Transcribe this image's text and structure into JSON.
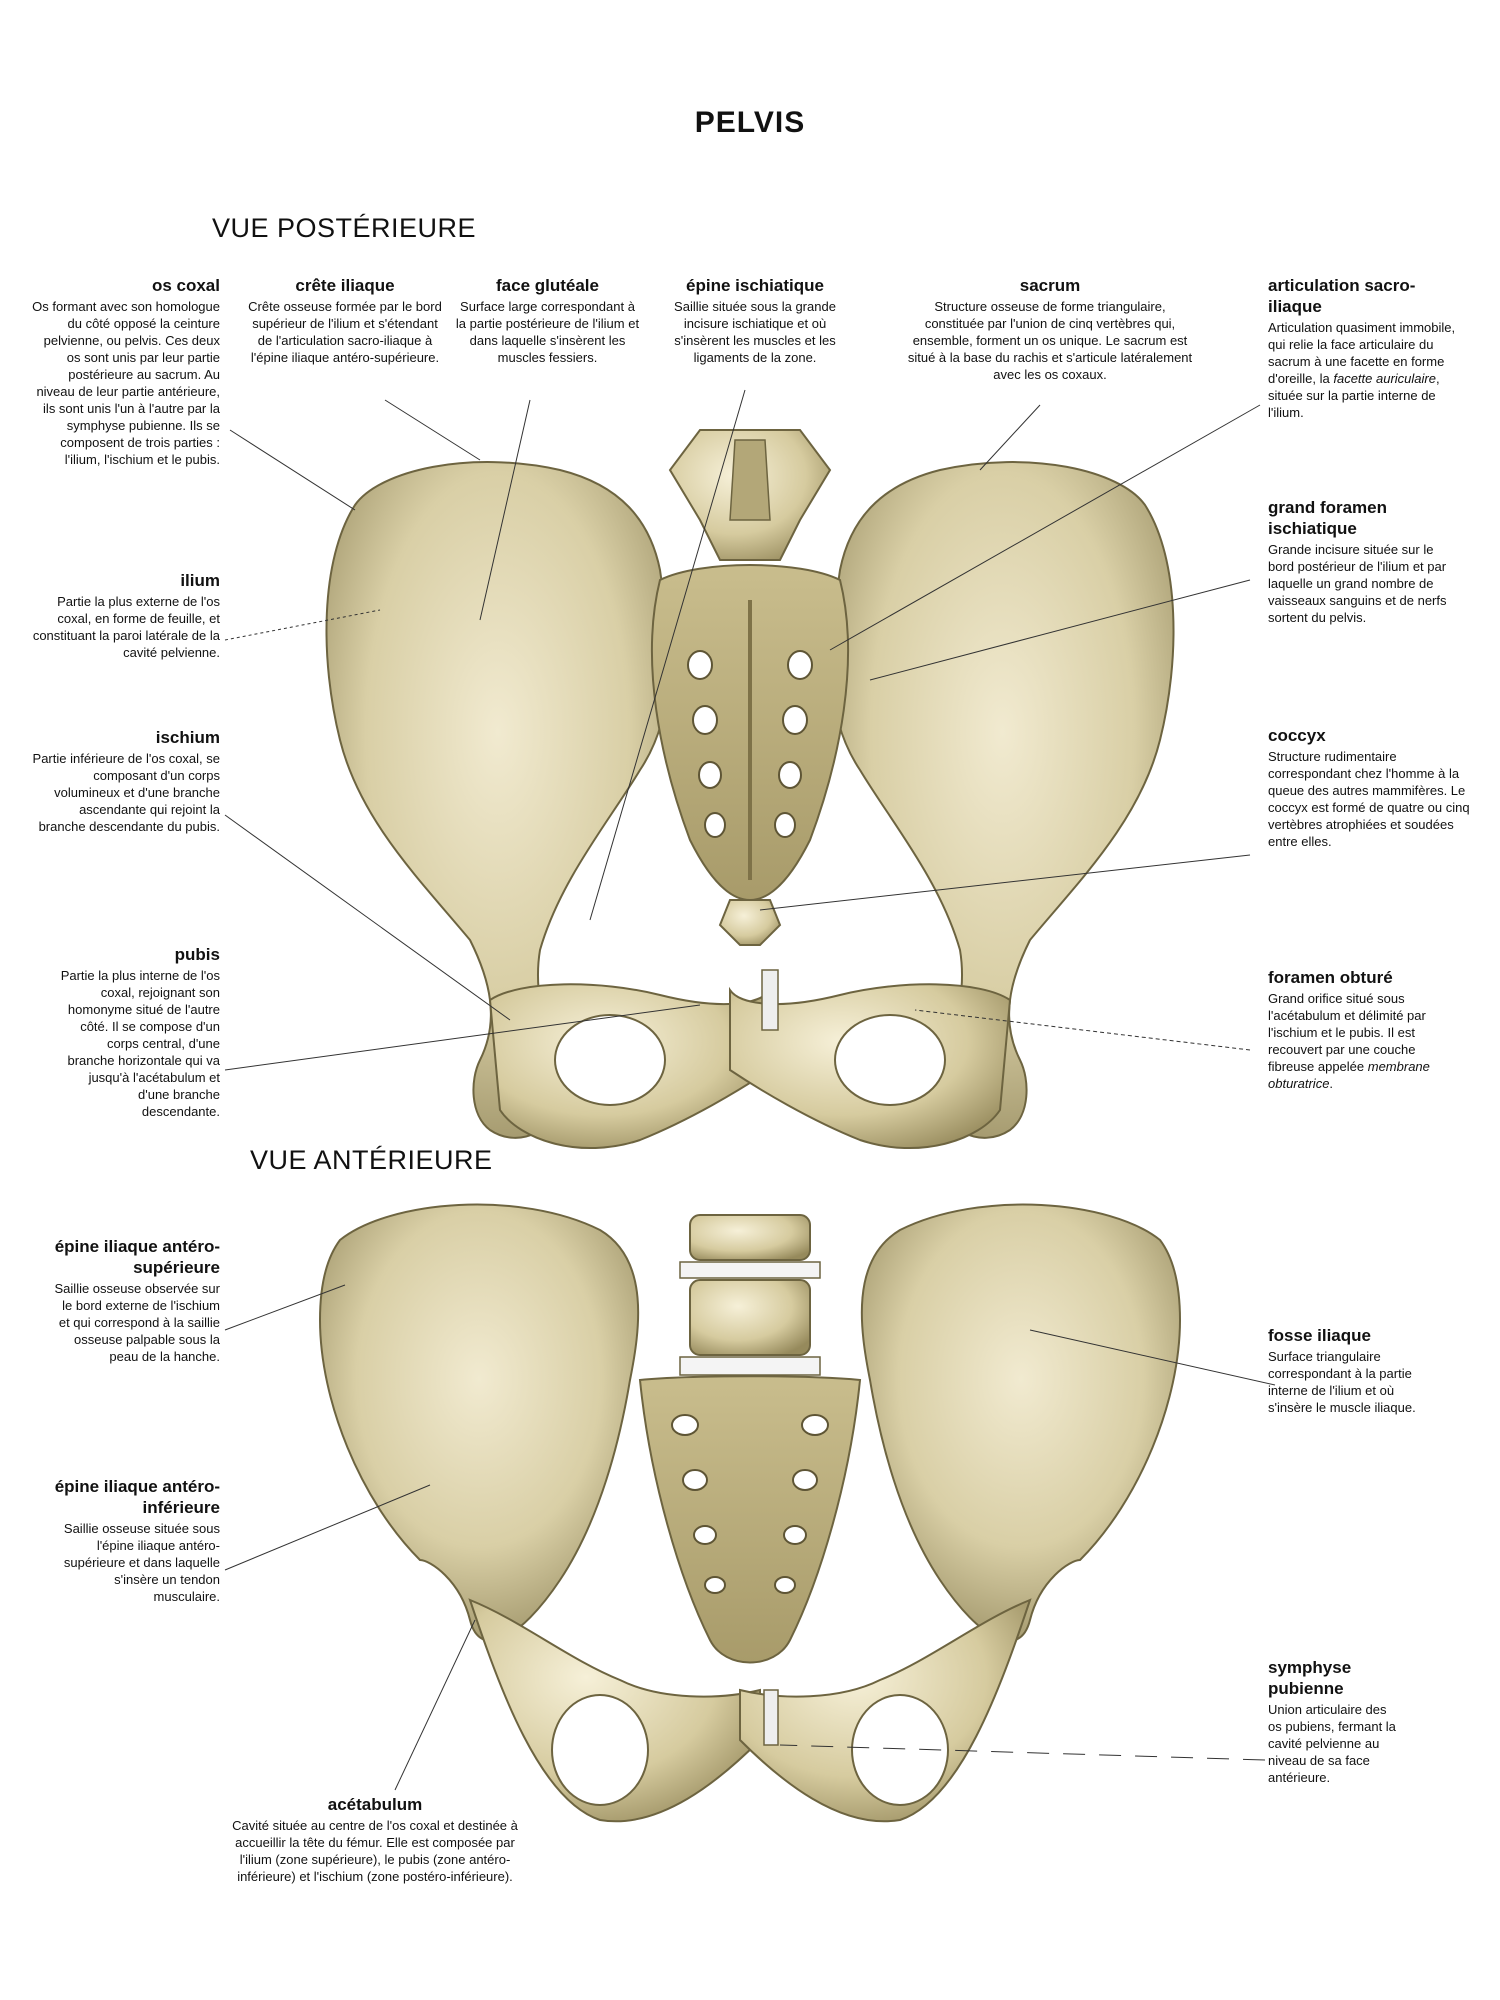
{
  "title": "PELVIS",
  "views": {
    "posterior": "VUE POSTÉRIEURE",
    "anterior": "VUE  ANTÉRIEURE"
  },
  "colors": {
    "bone": "#d9cfa6",
    "bone_shadow": "#8f8458",
    "bone_dark": "#5e5535",
    "line": "#333333"
  },
  "labels": {
    "os_coxal": {
      "title": "os coxal",
      "body": "Os formant avec son homologue du côté opposé la ceinture pelvienne, ou pelvis. Ces deux os sont unis par leur partie postérieure au sacrum. Au niveau de leur partie antérieure, ils sont unis l'un à l'autre par la symphyse pubienne. Ils se composent de trois parties : l'ilium, l'ischium et le pubis."
    },
    "crete_iliaque": {
      "title": "crête iliaque",
      "body": "Crête osseuse formée par le bord supérieur de l'ilium et s'étendant de l'articulation sacro-iliaque à l'épine iliaque antéro-supérieure."
    },
    "face_glutéale": {
      "title": "face glutéale",
      "body": "Surface large correspondant à la partie postérieure de l'ilium et dans laquelle s'insèrent les muscles fessiers."
    },
    "epine_ischiatique": {
      "title": "épine ischiatique",
      "body": "Saillie située sous la grande incisure ischiatique et où s'insèrent les muscles et les ligaments de la zone."
    },
    "sacrum": {
      "title": "sacrum",
      "body": "Structure osseuse de forme triangulaire, constituée par l'union de cinq vertèbres qui, ensemble, forment un os unique. Le sacrum est situé à la base du rachis et s'articule latéralement avec les os coxaux."
    },
    "articulation_sacro_iliaque": {
      "title": "articulation sacro-iliaque",
      "body_before": "Articulation quasiment immobile, qui relie la face articulaire du sacrum à une facette en forme d'oreille, la ",
      "body_italic": "facette auriculaire",
      "body_after": ", située sur la partie interne de l'ilium."
    },
    "grand_foramen": {
      "title": "grand foramen ischiatique",
      "body": "Grande incisure située sur le bord postérieur de l'ilium et par laquelle un grand nombre de vaisseaux sanguins et de nerfs sortent du pelvis."
    },
    "ilium": {
      "title": "ilium",
      "body": "Partie la plus externe de l'os coxal, en forme de feuille, et constituant la paroi latérale de la cavité pelvienne."
    },
    "ischium": {
      "title": "ischium",
      "body": "Partie inférieure de l'os coxal, se composant d'un corps volumineux et d'une branche ascendante qui rejoint la branche descendante du pubis."
    },
    "coccyx": {
      "title": "coccyx",
      "body": "Structure rudimentaire correspondant chez l'homme à la queue des autres mammifères. Le coccyx est formé de quatre ou cinq vertèbres atrophiées et soudées entre elles."
    },
    "pubis": {
      "title": "pubis",
      "body": "Partie la plus interne de l'os coxal, rejoignant son homonyme situé de l'autre côté. Il se compose d'un corps central, d'une branche horizontale qui va jusqu'à l'acétabulum et d'une branche descendante."
    },
    "foramen_obture": {
      "title": "foramen obturé",
      "body_before": "Grand orifice situé sous l'acétabulum et délimité par l'ischium et le pubis. Il est recouvert par une couche fibreuse appelée ",
      "body_italic": "membrane obturatrice",
      "body_after": "."
    },
    "eias": {
      "title": "épine iliaque antéro-supérieure",
      "body": "Saillie osseuse observée sur le bord externe de l'ischium et qui correspond à la saillie osseuse palpable sous la peau de la hanche."
    },
    "fosse_iliaque": {
      "title": "fosse iliaque",
      "body": "Surface triangulaire correspondant à la partie interne de l'ilium et où s'insère le muscle iliaque."
    },
    "eiai": {
      "title": "épine iliaque antéro-inférieure",
      "body": "Saillie osseuse située sous l'épine iliaque antéro-supérieure et dans laquelle s'insère un tendon musculaire."
    },
    "symphyse": {
      "title": "symphyse pubienne",
      "body": "Union articulaire des os pubiens, fermant la cavité pelvienne au niveau de sa face antérieure."
    },
    "acetabulum": {
      "title": "acétabulum",
      "body": "Cavité située au centre de l'os coxal et destinée à accueillir la tête du fémur. Elle est composée par l'ilium (zone supérieure), le pubis (zone antéro-inférieure) et l'ischium (zone postéro-inférieure)."
    }
  }
}
